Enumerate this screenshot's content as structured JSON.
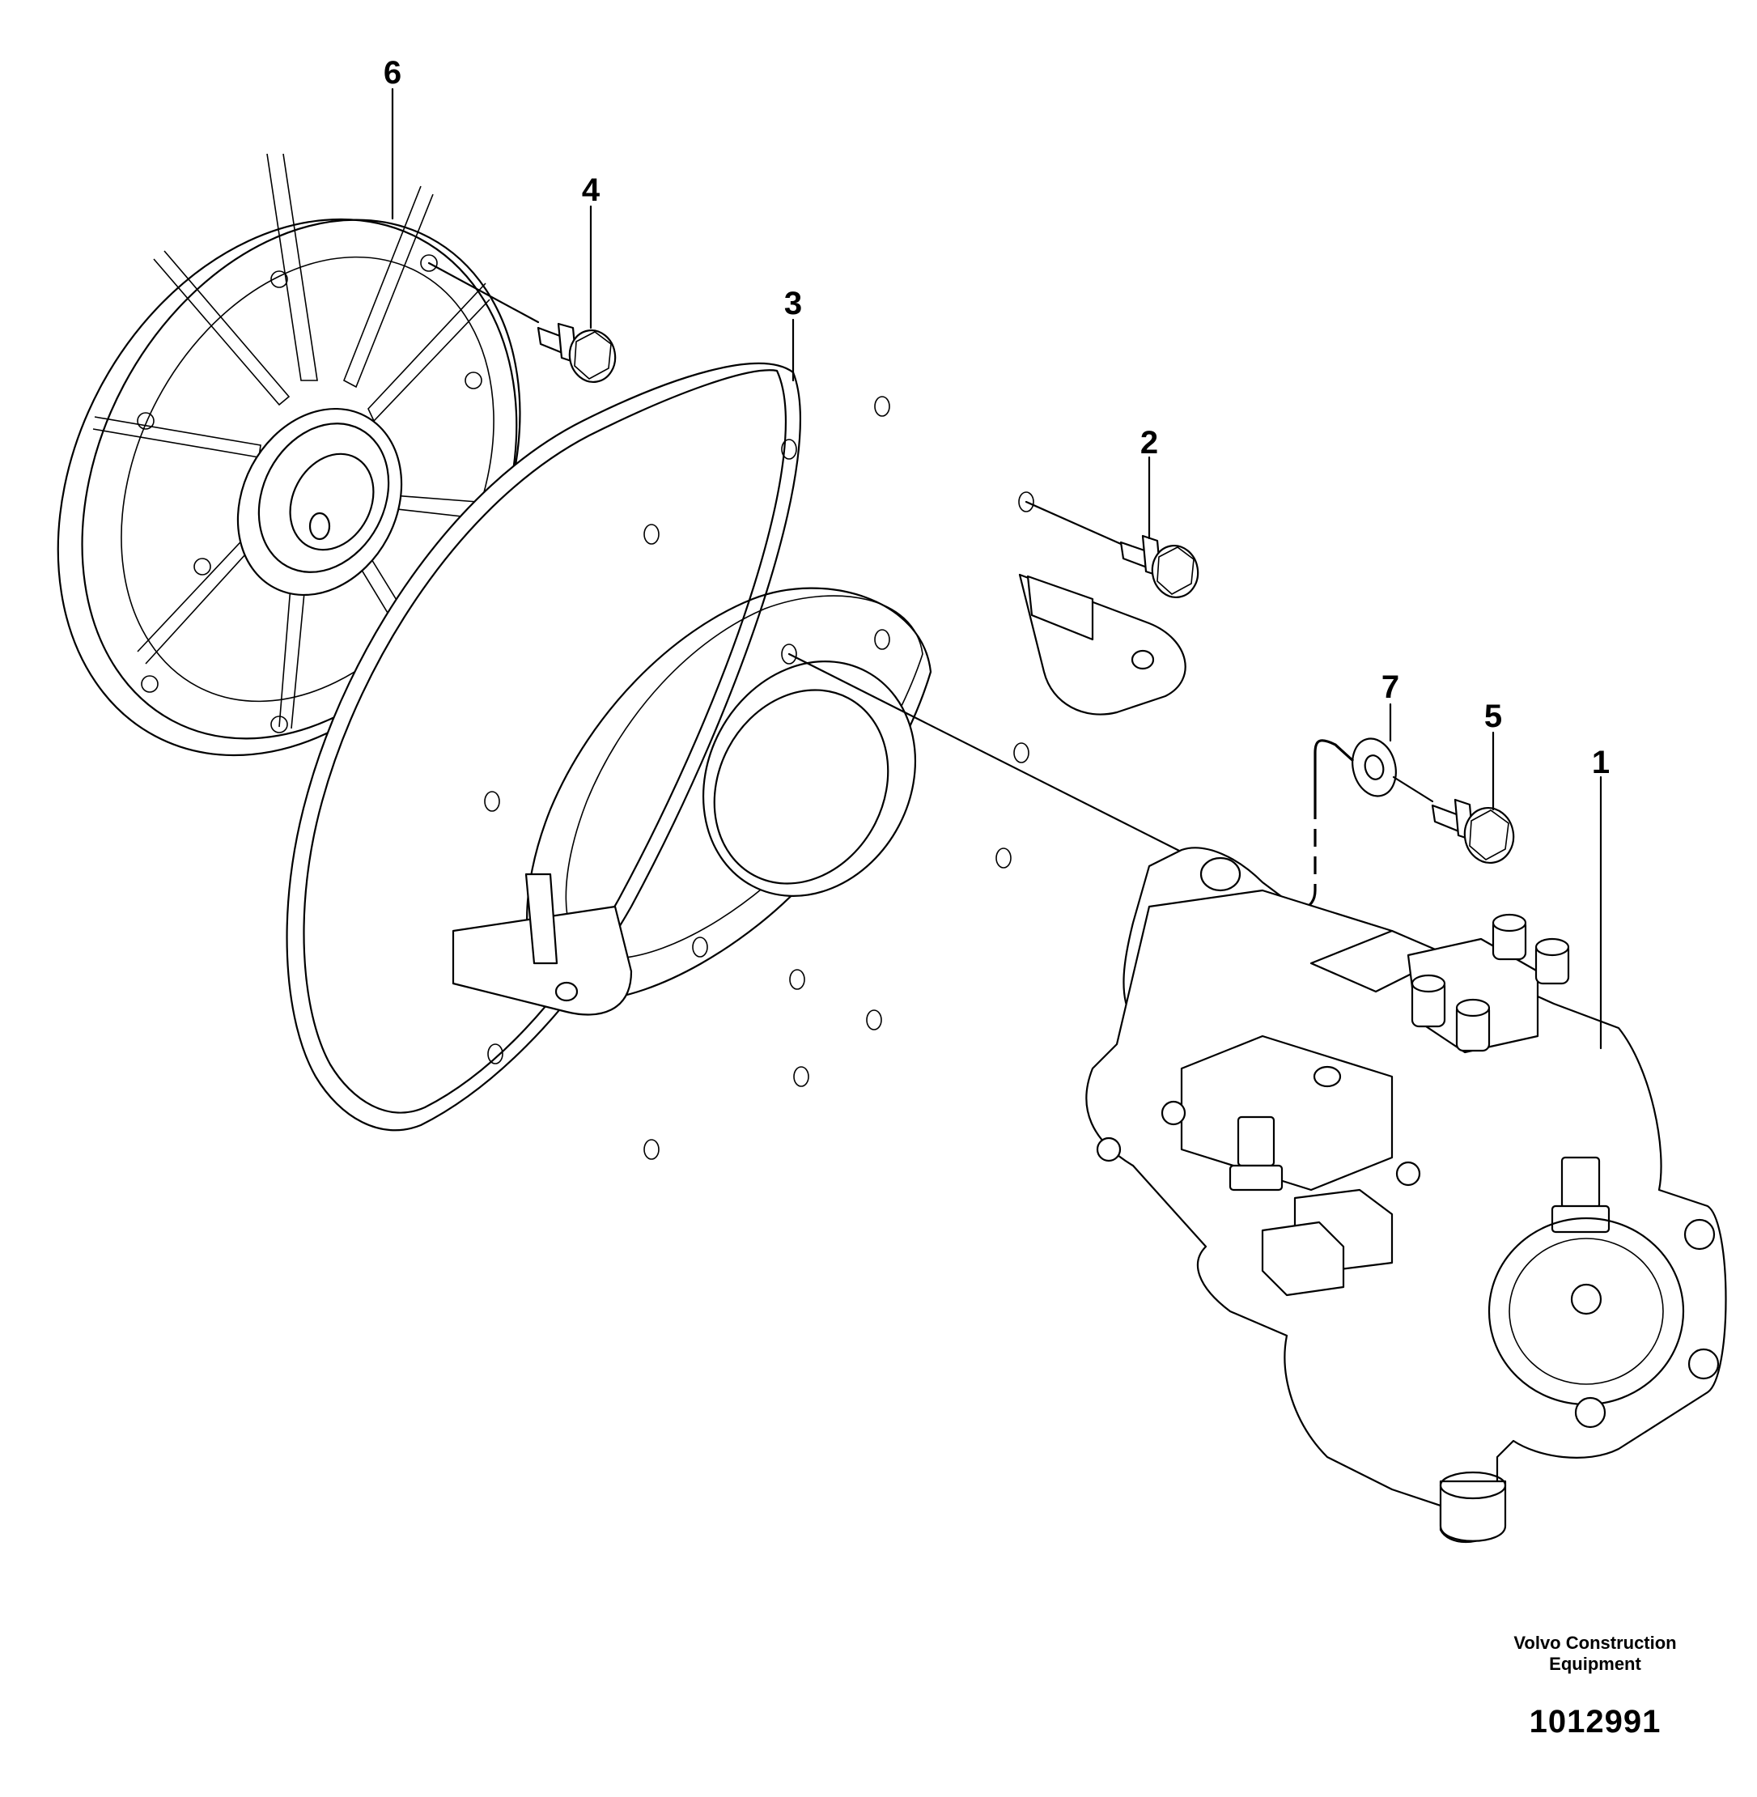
{
  "callouts": {
    "c1": "1",
    "c2": "2",
    "c3": "3",
    "c4": "4",
    "c5": "5",
    "c6": "6",
    "c7": "7"
  },
  "footer": {
    "maker_line1": "Volvo Construction",
    "maker_line2": "Equipment",
    "doc_number": "1012991"
  },
  "colors": {
    "line": "#000000",
    "background": "#ffffff"
  }
}
